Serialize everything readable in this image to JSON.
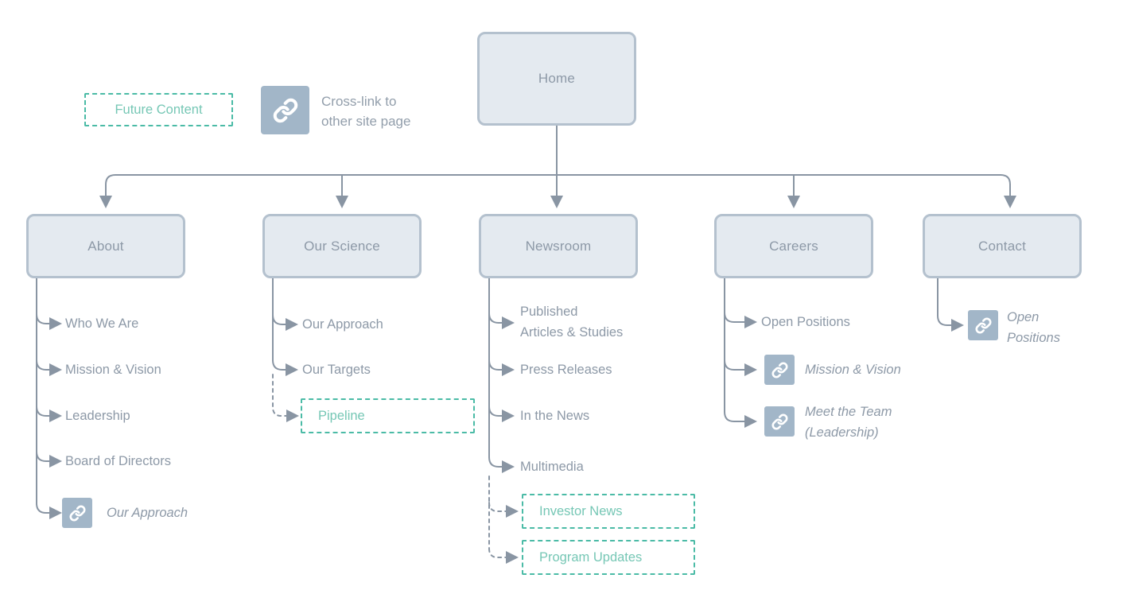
{
  "legend": {
    "future_content": "Future Content",
    "cross_link": "Cross-link to\nother site page"
  },
  "tree": {
    "root": {
      "label": "Home"
    },
    "branches": [
      {
        "label": "About",
        "items": [
          {
            "label": "Who We Are",
            "type": "page"
          },
          {
            "label": "Mission & Vision",
            "type": "page"
          },
          {
            "label": "Leadership",
            "type": "page"
          },
          {
            "label": "Board of Directors",
            "type": "page"
          },
          {
            "label": "Our Approach",
            "type": "cross-link"
          }
        ]
      },
      {
        "label": "Our Science",
        "items": [
          {
            "label": "Our Approach",
            "type": "page"
          },
          {
            "label": "Our Targets",
            "type": "page"
          },
          {
            "label": "Pipeline",
            "type": "future"
          }
        ]
      },
      {
        "label": "Newsroom",
        "items": [
          {
            "label": "Published\nArticles & Studies",
            "type": "page"
          },
          {
            "label": "Press Releases",
            "type": "page"
          },
          {
            "label": "In the News",
            "type": "page"
          },
          {
            "label": "Multimedia",
            "type": "page"
          },
          {
            "label": "Investor News",
            "type": "future"
          },
          {
            "label": "Program Updates",
            "type": "future"
          }
        ]
      },
      {
        "label": "Careers",
        "items": [
          {
            "label": "Open Positions",
            "type": "page"
          },
          {
            "label": "Mission & Vision",
            "type": "cross-link"
          },
          {
            "label": "Meet the Team\n(Leadership)",
            "type": "cross-link"
          }
        ]
      },
      {
        "label": "Contact",
        "items": [
          {
            "label": "Open\nPositions",
            "type": "cross-link"
          }
        ]
      }
    ]
  },
  "colors": {
    "node_fill": "#e4eaf0",
    "node_border": "#b4c1ce",
    "text_gray": "#8d99a7",
    "connector_line": "#8995a3",
    "future_border_teal": "#4bbba6",
    "future_text_teal": "#76c7b5",
    "link_chip_bg": "#a2b6c8"
  }
}
